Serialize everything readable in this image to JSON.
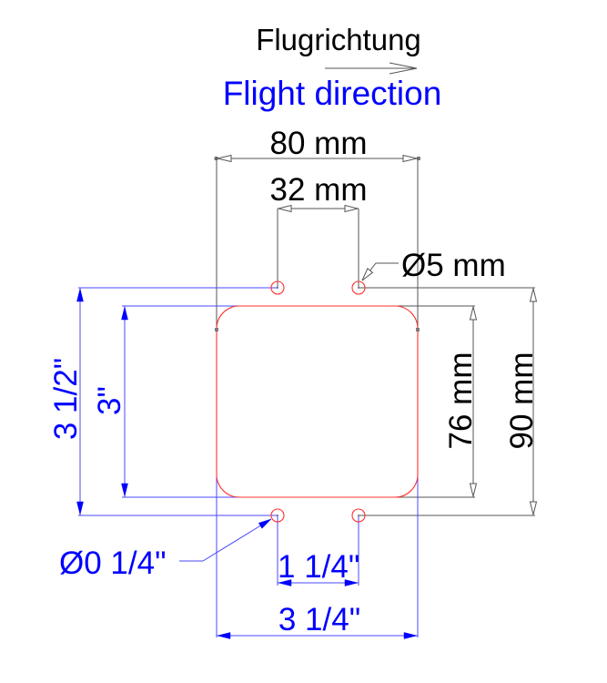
{
  "header": {
    "german_label": "Flugrichtung",
    "english_label": "Flight direction"
  },
  "dimensions": {
    "metric": {
      "outer_width": "80 mm",
      "hole_spacing": "32 mm",
      "hole_diameter": "Ø5 mm",
      "inner_height": "76 mm",
      "outer_height": "90 mm"
    },
    "imperial": {
      "outer_height": "3 1/2\"",
      "inner_height": "3\"",
      "hole_diameter": "Ø0 1/4\"",
      "hole_spacing": "1 1/4\"",
      "outer_width": "3 1/4\""
    }
  },
  "colors": {
    "metric": "#000000",
    "imperial": "#0000ff",
    "outline": "#ff0000"
  }
}
